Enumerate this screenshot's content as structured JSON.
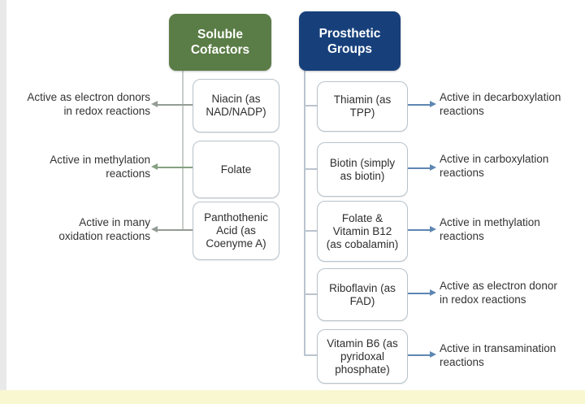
{
  "page": {
    "edge_strip_color": "#e9e9e9",
    "edge_strip_border": "#d9d9d9",
    "bottom_strip_color": "#f8f7d0",
    "box_border_color": "#b7c3cb",
    "left_connector_color": "#c9cdc9",
    "right_connector_color": "#bac4cf"
  },
  "left_column": {
    "header": {
      "label": "Soluble\nCofactors",
      "color": "#5a7c46"
    },
    "rows": [
      {
        "box": "Niacin (as\nNAD/NADP)",
        "label": "Active as electron donors\nin redox reactions",
        "arrow_color": "#939c95"
      },
      {
        "box": "Folate",
        "label": "Active in methylation\nreactions",
        "arrow_color": "#85a181"
      },
      {
        "box": "Panthothenic\nAcid (as\nCoenyme A)",
        "label": "Active in many\noxidation reactions",
        "arrow_color": "#939c95"
      }
    ]
  },
  "right_column": {
    "header": {
      "label": "Prosthetic\nGroups",
      "color": "#17407b"
    },
    "arrow_color": "#5e86b2",
    "rows": [
      {
        "box": "Thiamin (as\nTPP)",
        "label": "Active in decarboxylation\nreactions"
      },
      {
        "box": "Biotin (simply\nas biotin)",
        "label": "Active in carboxylation\nreactions"
      },
      {
        "box": "Folate &\nVitamin B12\n(as cobalamin)",
        "label": "Active in methylation\nreactions"
      },
      {
        "box": "Riboflavin (as\nFAD)",
        "label": "Active as electron donor\nin redox reactions"
      },
      {
        "box": "Vitamin B6 (as\npyridoxal\nphosphate)",
        "label": "Active in transamination\nreactions"
      }
    ]
  }
}
